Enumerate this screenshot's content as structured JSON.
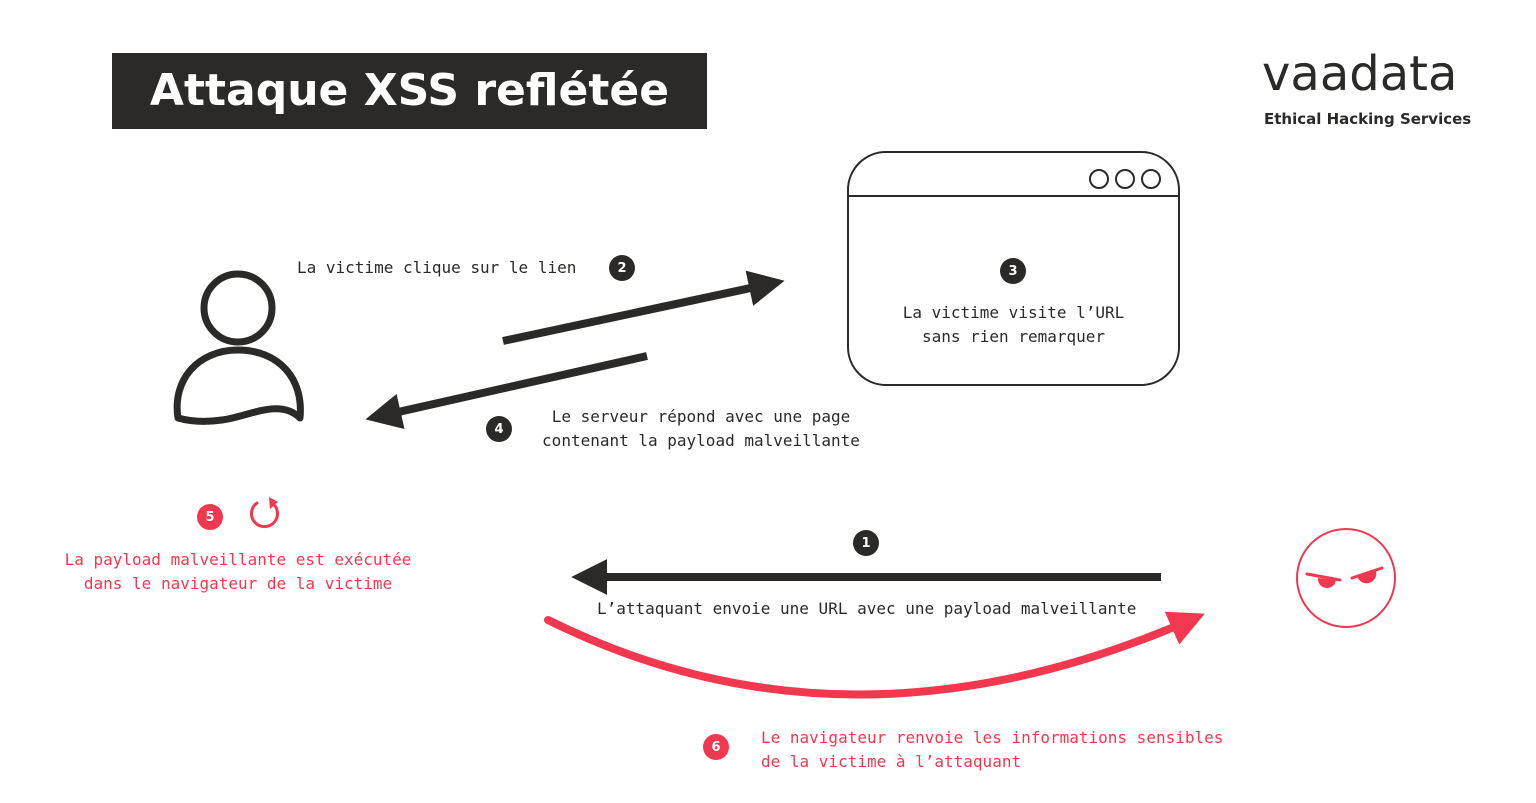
{
  "title": "Attaque XSS reflétée",
  "logo": {
    "name": "vaadata",
    "tagline": "Ethical Hacking Services"
  },
  "steps": [
    {
      "number": "1",
      "lines": [
        "L’attaquant envoie une URL avec une payload malveillante"
      ]
    },
    {
      "number": "2",
      "lines": [
        "La victime clique sur le lien"
      ]
    },
    {
      "number": "3",
      "lines": [
        "La victime visite l’URL",
        "sans rien remarquer"
      ]
    },
    {
      "number": "4",
      "lines": [
        "Le serveur répond avec une page",
        "contenant la payload malveillante"
      ]
    },
    {
      "number": "5",
      "lines": [
        "La payload malveillante est exécutée",
        "dans le navigateur de la victime"
      ]
    },
    {
      "number": "6",
      "lines": [
        "Le navigateur renvoie les informations sensibles",
        "de la victime à l’attaquant"
      ]
    }
  ],
  "icons": {
    "victim": "person-icon",
    "attacker": "angry-face-icon",
    "browser": "browser-window-icon",
    "execute": "refresh-icon"
  },
  "colors": {
    "dark": "#2b2a29",
    "accent": "#f2384f"
  }
}
